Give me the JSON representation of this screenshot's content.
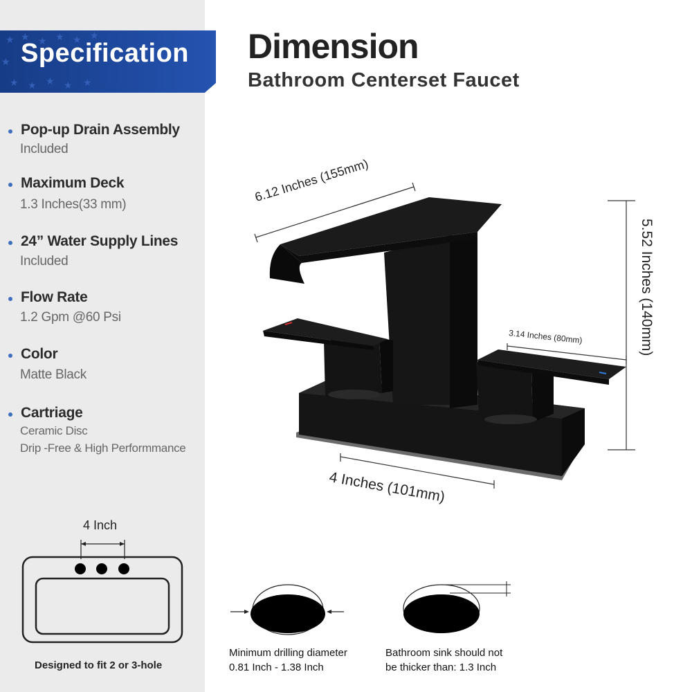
{
  "sidebar": {
    "banner_title": "Specification",
    "specs": [
      {
        "label": "Pop-up Drain Assembly",
        "value": "Included"
      },
      {
        "label": "Maximum Deck",
        "value": "1.3 Inches(33 mm)"
      },
      {
        "label": "24” Water Supply Lines",
        "value": "Included"
      },
      {
        "label": "Flow Rate",
        "value": "1.2 Gpm @60 Psi"
      },
      {
        "label": "Color",
        "value": "Matte Black"
      },
      {
        "label": "Cartriage",
        "value": "Ceramic Disc",
        "value2": "Drip -Free & High Performmance"
      }
    ],
    "sink_spacing": "4 Inch",
    "sink_caption": "Designed to fit 2 or 3-hole"
  },
  "main": {
    "title": "Dimension",
    "subtitle": "Bathroom Centerset Faucet",
    "dimensions": {
      "spout_length": "6.12 Inches (155mm)",
      "height": "5.52 Inches (140mm)",
      "handle_length": "3.14 Inches (80mm)",
      "base_width": "4 Inches (101mm)"
    },
    "drilling_caption": {
      "line1": "Minimum drilling diameter",
      "line2": "0.81 Inch - 1.38 Inch"
    },
    "thickness_caption": {
      "line1": "Bathroom sink should not",
      "line2": "be thicker than: 1.3 Inch"
    }
  },
  "colors": {
    "banner_blue": "#1f4ea3",
    "faucet": "#141414",
    "bullet": "#3f6fbf",
    "panel_bg": "#ebebeb"
  }
}
